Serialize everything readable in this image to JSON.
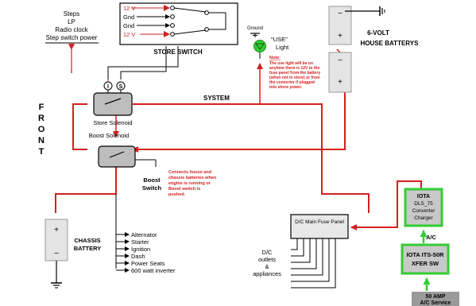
{
  "top_left_loads": {
    "line1": "Steps",
    "line2": "LP",
    "line3": "Radio clock",
    "line4": "Step switch power"
  },
  "store_switch": {
    "title": "STORE SWITCH",
    "row1": "12 V",
    "row2": "Gnd",
    "row3": "Gnd",
    "row4": "12 V"
  },
  "use_light": {
    "ground_label": "Ground",
    "label_line1": "\"USE\"",
    "label_line2": "Light",
    "note_title": "Note:",
    "note_line1": "The use light will be on",
    "note_line2": "anytime there is 12V to the",
    "note_line3": "fuse panel from the battery",
    "note_line4": "(when not in store) or from",
    "note_line5": "the converter if plugged",
    "note_line6": "into shore power."
  },
  "house_batteries": {
    "line1": "6-VOLT",
    "line2": "HOUSE BATTERYS",
    "plus_upper": "+",
    "minus_upper": "−",
    "plus_lower": "+",
    "minus_lower": "−"
  },
  "front_label": [
    "F",
    "R",
    "O",
    "N",
    "T"
  ],
  "store_solenoid": {
    "label": "Store Solenoid",
    "term_i": "I",
    "term_s": "S"
  },
  "system_label": "SYSTEM",
  "boost_solenoid": {
    "label": "Boost Solenoid",
    "switch_line1": "Boost",
    "switch_line2": "Switch"
  },
  "boost_note": {
    "line1": "Connects house and",
    "line2": "chassis batteries when",
    "line3": "engine is running or",
    "line4": "Boost switch is",
    "line5": "pushed."
  },
  "chassis_battery": {
    "line1": "CHASSIS",
    "line2": "BATTERY",
    "plus": "+",
    "minus": "−"
  },
  "chassis_loads": [
    "Alternator",
    "Starter",
    "Ignition",
    "Dash",
    "Power Seats",
    "600 watt inverter"
  ],
  "fuse_panel": {
    "title": "D/C Main Fuse Panel",
    "outlets_line1": "D/C",
    "outlets_line2": "outlets",
    "outlets_line3": "&",
    "outlets_line4": "appliances"
  },
  "converter": {
    "line1": "IOTA",
    "line2": "DLS_75",
    "line3": "Converter",
    "line4": "Charger",
    "ac_label": "A/C"
  },
  "transfer_switch": {
    "line1": "IOTA ITS-50R",
    "line2": "XFER SW"
  },
  "shore_service": {
    "line1": "50 AMP",
    "line2": "A/C Service"
  },
  "colors": {
    "wire_red": "#d42020",
    "wire_black": "#000000",
    "converter_fill": "#c8c8c8",
    "converter_border": "#33cc33",
    "shore_fill": "#9a9a9a",
    "solenoid_fill": "#bdbdbd",
    "battery_fill": "#e4e4e4",
    "note_red": "#d42020",
    "led_green": "#33cc33"
  }
}
